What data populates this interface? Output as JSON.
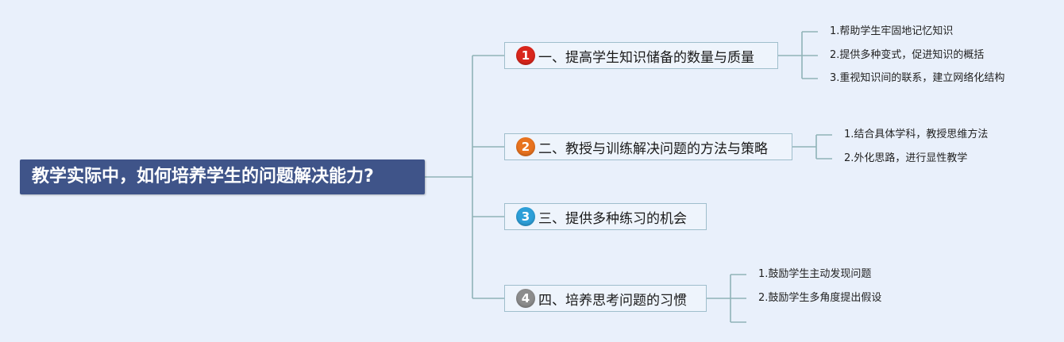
{
  "root": {
    "title": "教学实际中，如何培养学生的问题解决能力?"
  },
  "branches": [
    {
      "number": "1",
      "label": "一、提高学生知识储备的数量与质量",
      "badge_color": "#d9261c",
      "children": [
        "1.帮助学生牢固地记忆知识",
        "2.提供多种变式，促进知识的概括",
        "3.重视知识间的联系，建立网络化结构"
      ]
    },
    {
      "number": "2",
      "label": "二、教授与训练解决问题的方法与策略",
      "badge_color": "#e8731f",
      "children": [
        "1.结合具体学科，教授思维方法",
        "2.外化思路，进行显性教学"
      ]
    },
    {
      "number": "3",
      "label": "三、提供多种练习的机会",
      "badge_color": "#2d9fd8",
      "children": []
    },
    {
      "number": "4",
      "label": "四、培养思考问题的习惯",
      "badge_color": "#8c8c8c",
      "children": [
        "1.鼓励学生主动发现问题",
        "2.鼓励学生多角度提出假设"
      ]
    }
  ],
  "colors": {
    "background": "#e9f0fb",
    "root_fill": "#3f5489",
    "connector": "#8fb3b8",
    "branch_border": "#9fbecc"
  }
}
